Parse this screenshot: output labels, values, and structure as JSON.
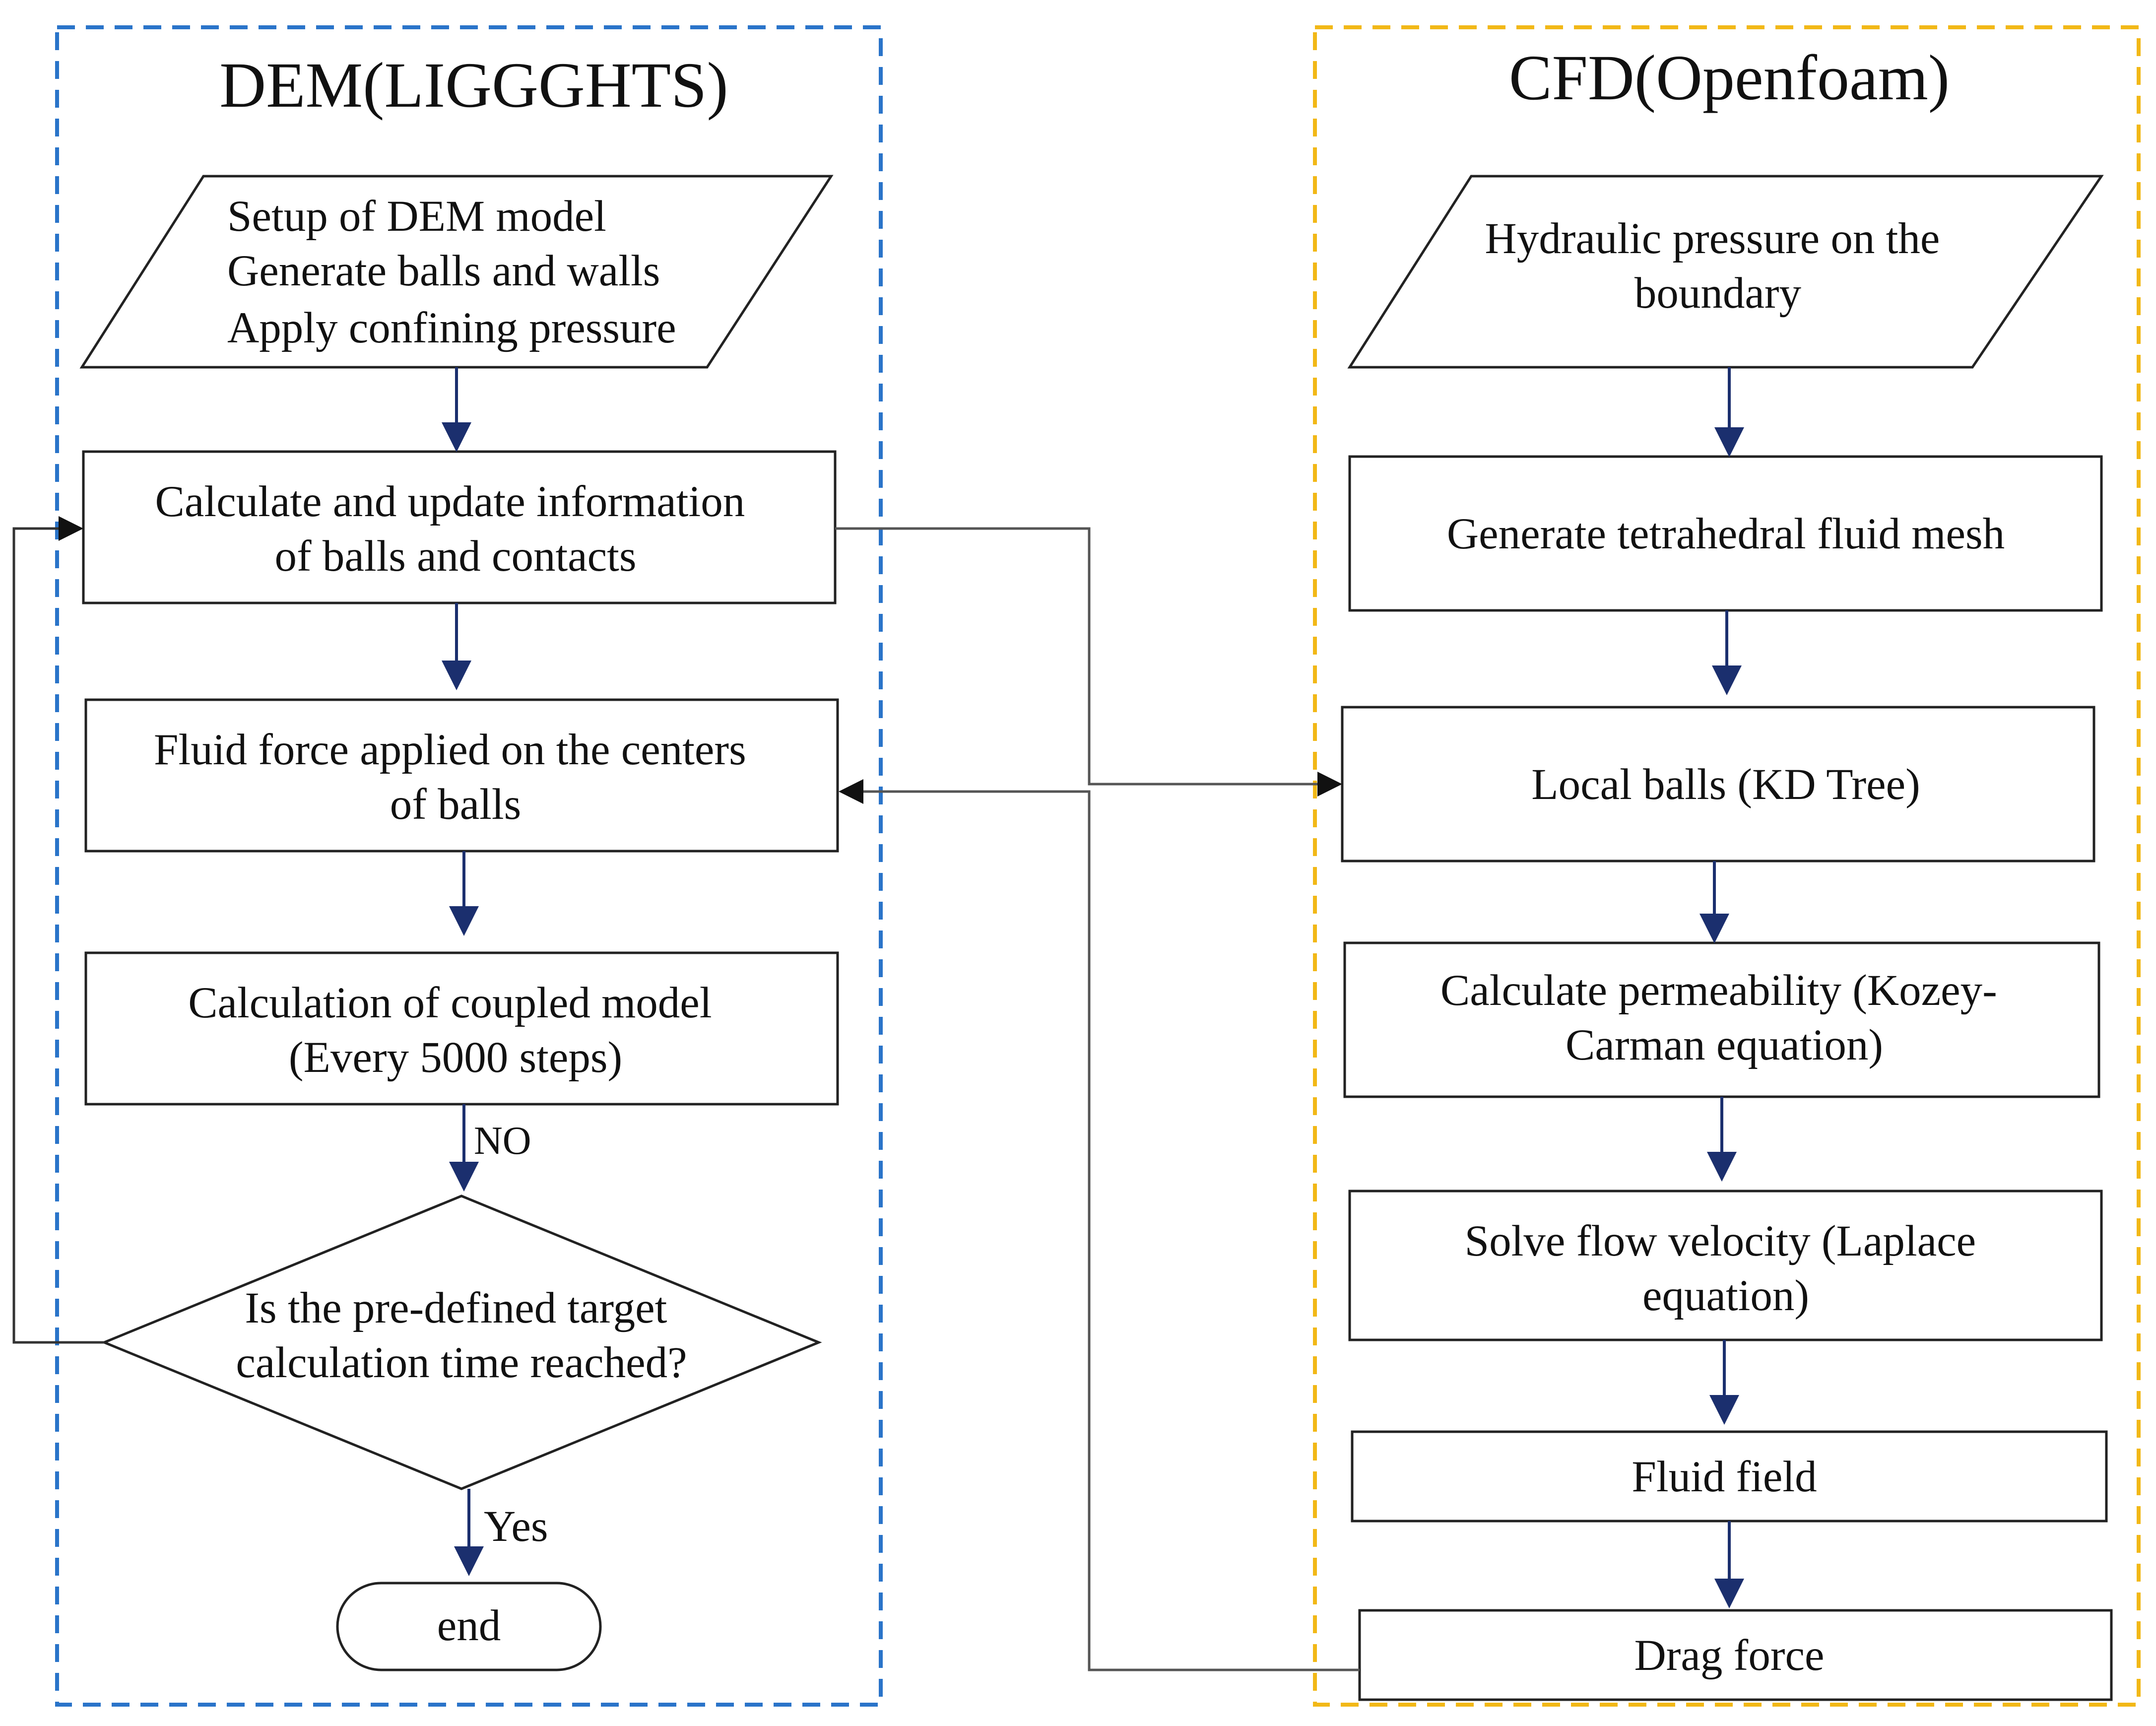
{
  "colors": {
    "dem_frame": "#2a74c9",
    "cfd_frame": "#f2b817",
    "arrow": "#1b2f6e",
    "connector": "#555555"
  },
  "dem": {
    "title": "DEM(LIGGGHTS)",
    "setup_lines": [
      "Setup of DEM model",
      "Generate balls and walls",
      "Apply confining pressure"
    ],
    "update_lines": [
      "Calculate and update information",
      "of balls and contacts"
    ],
    "fluid_force_lines": [
      "Fluid force applied on the centers",
      "of balls"
    ],
    "coupled_lines": [
      "Calculation of coupled model",
      "(Every 5000 steps)"
    ],
    "decision_lines": [
      "Is the pre-defined target",
      "calculation time reached?"
    ],
    "no_label": "NO",
    "yes_label": "Yes",
    "end_label": "end"
  },
  "cfd": {
    "title": "CFD(Openfoam)",
    "pressure_lines": [
      "Hydraulic pressure on the",
      "boundary"
    ],
    "mesh_lines": [
      "Generate tetrahedral fluid mesh"
    ],
    "local_balls_lines": [
      "Local balls (KD Tree)"
    ],
    "permeability_lines": [
      "Calculate permeability (Kozey-",
      "Carman equation)"
    ],
    "velocity_lines": [
      "Solve flow velocity (Laplace",
      "equation)"
    ],
    "fluid_field_lines": [
      "Fluid field"
    ],
    "drag_lines": [
      "Drag force"
    ]
  }
}
